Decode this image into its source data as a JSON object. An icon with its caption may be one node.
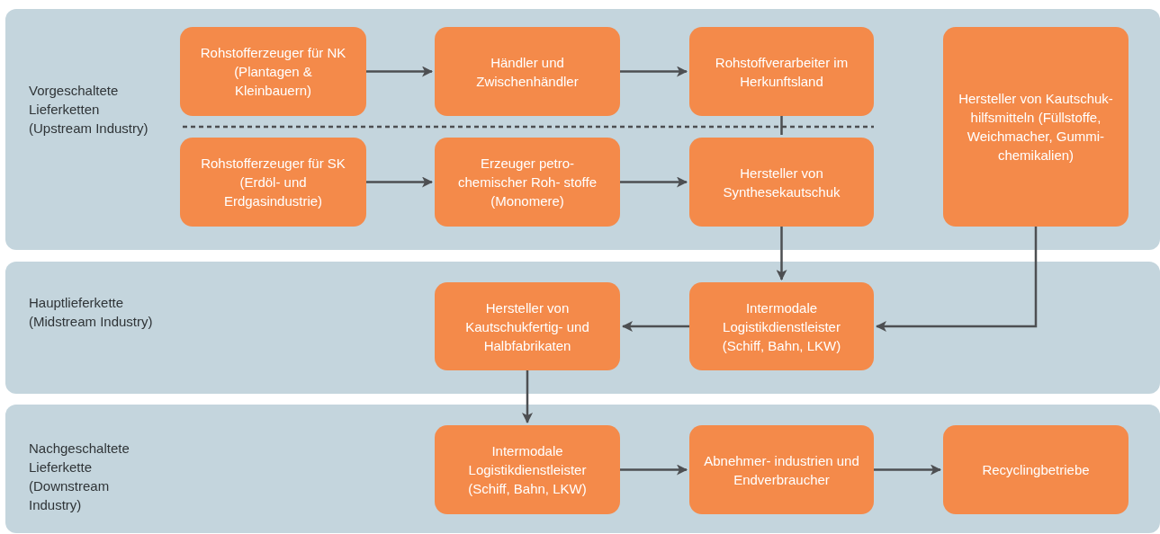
{
  "diagram": {
    "nodes": [
      {
        "text": [
          "Vorgeschaltete Lieferketten (Upstream Industry)"
        ]
      },
      {
        "text": [
          "Rohstofferzeuger für NK (Plantagen & Kleinbauern)"
        ],
        "in": 0
      },
      {
        "text": [
          "Händler und Zwischenhändler"
        ],
        "in": 0
      },
      {
        "text": [
          "Rohstoffverarbeiter im Herkunftsland"
        ],
        "in": 0
      },
      {
        "text": [
          "Hersteller von Kautschuk- hilfsmitteln (Füllstoffe, Weichmacher, Gummi- chemikalien)"
        ],
        "in": 0
      },
      {
        "text": [
          "Rohstofferzeuger für SK (Erdöl- und Erdgasindustrie)"
        ],
        "in": 0
      },
      {
        "text": [
          "Erzeuger petro- chemischer Roh- stoffe (Monomere)"
        ],
        "in": 0
      },
      {
        "text": [
          "Hersteller von Synthesekautschuk"
        ],
        "in": 0
      },
      {
        "text": [
          "Hauptlieferkette (Midstream Industry)"
        ]
      },
      {
        "text": [
          "Hersteller von Kautschukfertig- und Halbfabrikaten"
        ],
        "in": 8
      },
      {
        "text": [
          "Intermodale Logistikdienstleister (Schiff, Bahn, LKW)"
        ],
        "in": 8
      },
      {
        "text": [
          "Nachgeschaltete Lieferkette (Downstream Industry)"
        ]
      },
      {
        "text": [
          "Intermodale Logistikdienstleister (Schiff, Bahn, LKW)"
        ],
        "in": 11
      },
      {
        "text": [
          "Abnehmer- industrien und Endverbraucher"
        ],
        "in": 11
      },
      {
        "text": [
          "Recyclingbetriebe"
        ],
        "in": 11
      }
    ],
    "edges": [
      {
        "from": 1,
        "to": 2,
        "arrow": "to"
      },
      {
        "from": 2,
        "to": 3,
        "arrow": "to"
      },
      {
        "from": 5,
        "to": 6,
        "arrow": "to"
      },
      {
        "from": 6,
        "to": 7,
        "arrow": "to"
      },
      {
        "from": 3,
        "to": 7,
        "arrow": "none"
      },
      {
        "from": 7,
        "to": 10,
        "arrow": "to"
      },
      {
        "from": 4,
        "to": 10,
        "arrow": "to"
      },
      {
        "from": 10,
        "to": 9,
        "arrow": "to"
      },
      {
        "from": 9,
        "to": 12,
        "arrow": "to"
      },
      {
        "from": 12,
        "to": 13,
        "arrow": "to"
      },
      {
        "from": 13,
        "to": 14,
        "arrow": "to"
      }
    ]
  }
}
